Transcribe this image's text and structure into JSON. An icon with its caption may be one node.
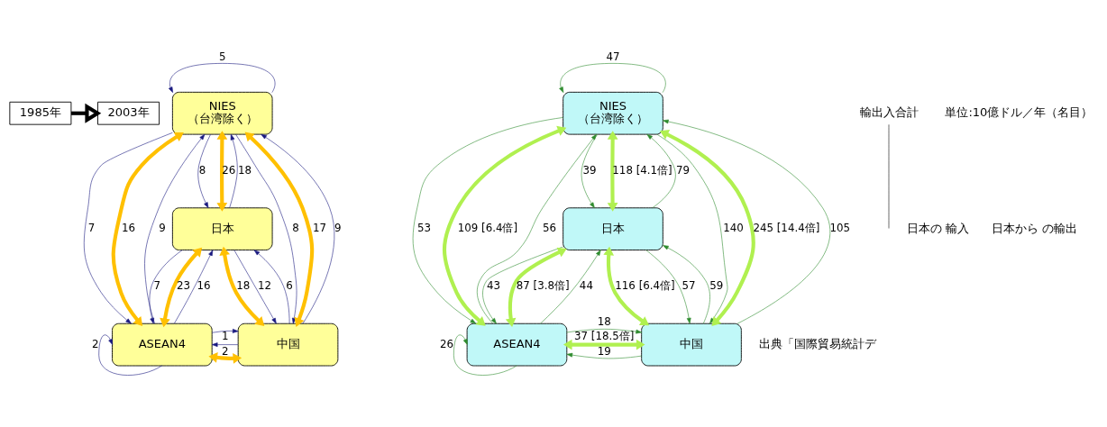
{
  "diagram": {
    "nodes": [
      {
        "text": [
          "1985年"
        ]
      },
      {
        "text": [
          "NIES",
          "（台湾除く）"
        ]
      },
      {
        "text": [
          "日本"
        ]
      },
      {
        "text": [
          "ASEAN4"
        ]
      },
      {
        "text": [
          "中国"
        ]
      },
      {
        "text": [
          "2003年"
        ]
      },
      {
        "text": [
          "NIES",
          "（台湾除く）"
        ]
      },
      {
        "text": [
          "日本"
        ]
      },
      {
        "text": [
          "ASEAN4"
        ]
      },
      {
        "text": [
          "中国"
        ]
      },
      {
        "text": [
          "輸出入合計"
        ]
      }
    ],
    "edges": [
      {
        "from": 1,
        "to": 1,
        "arrow": "to",
        "label": "5",
        "color": "#1a1a80"
      },
      {
        "from": 1,
        "to": 3,
        "arrow": "to",
        "label": "7",
        "color": "#1a1a80"
      },
      {
        "from": 1,
        "to": 3,
        "arrow": "both",
        "label": "16",
        "style": "thick",
        "color": "#ffc000"
      },
      {
        "from": 3,
        "to": 1,
        "arrow": "to",
        "label": "9",
        "color": "#1a1a80"
      },
      {
        "from": 1,
        "to": 2,
        "arrow": "to",
        "label": "8",
        "color": "#1a1a80"
      },
      {
        "from": 1,
        "to": 2,
        "arrow": "both",
        "label": "26",
        "style": "thick",
        "color": "#ffc000"
      },
      {
        "from": 2,
        "to": 1,
        "arrow": "to",
        "label": "18",
        "color": "#1a1a80"
      },
      {
        "from": 1,
        "to": 4,
        "arrow": "to",
        "label": "8",
        "color": "#1a1a80"
      },
      {
        "from": 1,
        "to": 4,
        "arrow": "both",
        "label": "17",
        "style": "thick",
        "color": "#ffc000"
      },
      {
        "from": 4,
        "to": 1,
        "arrow": "to",
        "label": "9",
        "color": "#1a1a80"
      },
      {
        "from": 2,
        "to": 3,
        "arrow": "to",
        "label": "7",
        "color": "#1a1a80"
      },
      {
        "from": 2,
        "to": 3,
        "arrow": "both",
        "label": "23",
        "style": "thick",
        "color": "#ffc000"
      },
      {
        "from": 3,
        "to": 2,
        "arrow": "to",
        "label": "16",
        "color": "#1a1a80"
      },
      {
        "from": 4,
        "to": 2,
        "arrow": "to",
        "label": "6",
        "color": "#1a1a80"
      },
      {
        "from": 2,
        "to": 4,
        "arrow": "both",
        "label": "18",
        "style": "thick",
        "color": "#ffc000"
      },
      {
        "from": 2,
        "to": 4,
        "arrow": "to",
        "label": "12",
        "color": "#1a1a80"
      },
      {
        "from": 4,
        "to": 3,
        "arrow": "to",
        "label": "1",
        "color": "#1a1a80"
      },
      {
        "from": 3,
        "to": 4,
        "arrow": "both",
        "label": "2",
        "style": "thick",
        "color": "#ffc000"
      },
      {
        "from": 3,
        "to": 4,
        "arrow": "to",
        "color": "#1a1a80"
      },
      {
        "from": 3,
        "to": 3,
        "arrow": "to",
        "label": "2",
        "color": "#1a1a80"
      },
      {
        "from": 0,
        "to": 5,
        "arrow": "to",
        "style": "thick",
        "color": "#000000"
      },
      {
        "from": 6,
        "to": 6,
        "arrow": "to",
        "label": "47",
        "color": "#2e8b2e"
      },
      {
        "from": 6,
        "to": 8,
        "arrow": "to",
        "label": "53",
        "color": "#2e8b2e"
      },
      {
        "from": 6,
        "to": 8,
        "arrow": "both",
        "label": "109 [6.4倍]",
        "style": "thick",
        "color": "#b0f050"
      },
      {
        "from": 8,
        "to": 6,
        "arrow": "to",
        "label": "56",
        "color": "#2e8b2e"
      },
      {
        "from": 6,
        "to": 7,
        "arrow": "to",
        "label": "39",
        "color": "#2e8b2e"
      },
      {
        "from": 6,
        "to": 7,
        "arrow": "both",
        "label": "118 [4.1倍]",
        "style": "thick",
        "color": "#b0f050"
      },
      {
        "from": 7,
        "to": 6,
        "arrow": "to",
        "label": "79",
        "color": "#2e8b2e"
      },
      {
        "from": 6,
        "to": 9,
        "arrow": "to",
        "label": "140",
        "color": "#2e8b2e"
      },
      {
        "from": 6,
        "to": 9,
        "arrow": "both",
        "label": "245 [14.4倍]",
        "style": "thick",
        "color": "#b0f050"
      },
      {
        "from": 9,
        "to": 6,
        "arrow": "to",
        "label": "105",
        "color": "#2e8b2e"
      },
      {
        "from": 7,
        "to": 8,
        "arrow": "to",
        "label": "43",
        "color": "#2e8b2e"
      },
      {
        "from": 7,
        "to": 8,
        "arrow": "both",
        "label": "87 [3.8倍]",
        "style": "thick",
        "color": "#b0f050"
      },
      {
        "from": 8,
        "to": 7,
        "arrow": "to",
        "label": "44",
        "color": "#2e8b2e"
      },
      {
        "from": 9,
        "to": 7,
        "arrow": "to",
        "label": "59",
        "color": "#2e8b2e"
      },
      {
        "from": 7,
        "to": 9,
        "arrow": "both",
        "label": "116 [6.4倍]",
        "style": "thick",
        "color": "#b0f050"
      },
      {
        "from": 7,
        "to": 9,
        "arrow": "to",
        "label": "57",
        "color": "#2e8b2e"
      },
      {
        "from": 9,
        "to": 8,
        "arrow": "to",
        "label": "19",
        "color": "#2e8b2e"
      },
      {
        "from": 8,
        "to": 9,
        "arrow": "both",
        "label": "37 [18.5倍]",
        "style": "thick",
        "color": "#b0f050"
      },
      {
        "from": 8,
        "to": 9,
        "arrow": "to",
        "label": "18",
        "color": "#2e8b2e"
      },
      {
        "from": 8,
        "to": 8,
        "arrow": "to",
        "label": "26",
        "color": "#2e8b2e"
      },
      {
        "from": 10,
        "to": null,
        "arrow": "none",
        "color": "#000000"
      }
    ],
    "labels": [
      "日本の 輸入",
      "日本から の輸出",
      "単位:10億ドル／年（名目）",
      "出典「国際貿易統計デ"
    ]
  }
}
